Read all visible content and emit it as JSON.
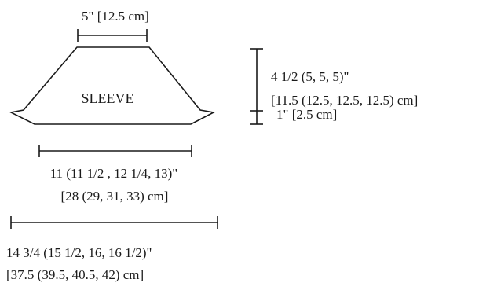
{
  "piece": {
    "label": "SLEEVE"
  },
  "dimensions": {
    "top_width": "5\" [12.5 cm]",
    "cap_height_in": "4 1/2 (5, 5, 5)\"",
    "cap_height_cm": "[11.5 (12.5, 12.5, 12.5) cm]",
    "cuff_height": "1\"  [2.5 cm]",
    "width_1_in": "11 (11 1/2 , 12 1/4, 13)\"",
    "width_1_cm": "[28 (29, 31, 33) cm]",
    "width_2_in": "14 3/4 (15 1/2, 16, 16 1/2)\"",
    "width_2_cm": "[37.5 (39.5, 40.5, 42) cm]"
  },
  "colors": {
    "line": "#1a1a1a",
    "background": "#ffffff"
  }
}
